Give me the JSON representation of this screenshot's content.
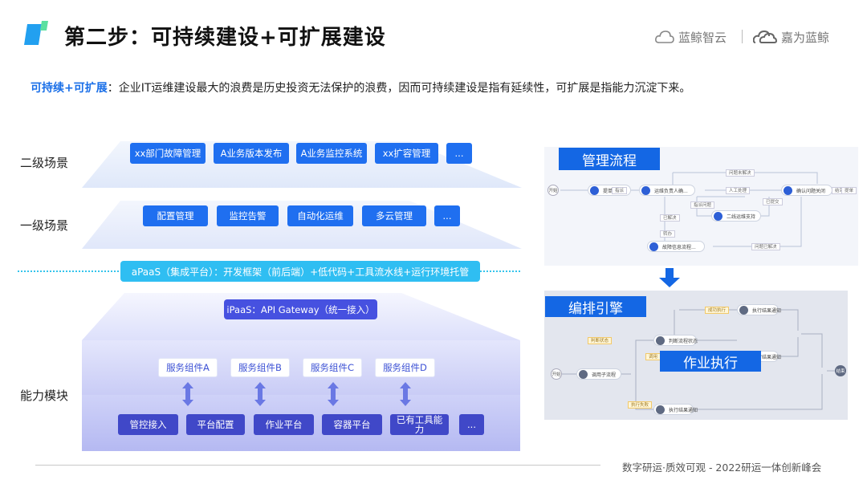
{
  "header": {
    "title": "第二步：可持续建设+可扩展建设",
    "brand_1": "蓝鲸智云",
    "brand_2": "嘉为蓝鲸"
  },
  "intro": {
    "highlight": "可持续+可扩展",
    "text": "：企业IT运维建设最大的浪费是历史投资无法保护的浪费，因而可持续建设是指有延续性，可扩展是指能力沉淀下来。"
  },
  "layers": {
    "secondary": {
      "label": "二级场景",
      "items": [
        "xx部门故障管理",
        "A业务版本发布",
        "A业务监控系统",
        "xx扩容管理",
        "..."
      ]
    },
    "primary": {
      "label": "一级场景",
      "items": [
        "配置管理",
        "监控告警",
        "自动化运维",
        "多云管理",
        "..."
      ]
    },
    "apaas": "aPaaS（集成平台）：开发框架（前后端）+低代码+工具流水线+运行环境托管",
    "ipaas": "iPaaS：API Gateway（统一接入）",
    "capability": {
      "label": "能力模块",
      "components": [
        "服务组件A",
        "服务组件B",
        "服务组件C",
        "服务组件D"
      ],
      "modules": [
        "管控接入",
        "平台配置",
        "作业平台",
        "容器平台",
        "已有工具能力",
        "..."
      ]
    }
  },
  "right": {
    "flow_tag": "管理流程",
    "engine_tag": "编排引擎",
    "job_tag": "作业执行",
    "flow_nodes": [
      "开始",
      "提单",
      "指派",
      "运维负责人确...",
      "二线运维支持",
      "确认问题关闭",
      "结束",
      "故障信息流程...",
      "提单"
    ],
    "flow_mini": [
      "问题未解决",
      "人工处理",
      "指派问题",
      "已提交",
      "已解决",
      "问题已解决",
      "指派",
      "转办"
    ],
    "engine_nodes": [
      "执行结果通知",
      "判断流程状态",
      "调用子流程",
      "执行结果通知",
      "执行结果通知"
    ],
    "engine_mini": [
      "判断状态",
      "成功执行",
      "调用",
      "执行失败",
      "结束",
      "开始"
    ]
  },
  "footer": "数字研运·质效可观  -  2022研运一体创新峰会",
  "colors": {
    "accent": "#1f6ff0",
    "highlight": "#1a6fe8",
    "apaas": "#2fbef2",
    "ipaas": "#4651e0",
    "tag": "#1467e4"
  },
  "icons": [
    "title-mark-icon",
    "cloud-logo-icon",
    "cloud-logo-icon",
    "double-arrow-icon",
    "down-arrow-icon"
  ]
}
